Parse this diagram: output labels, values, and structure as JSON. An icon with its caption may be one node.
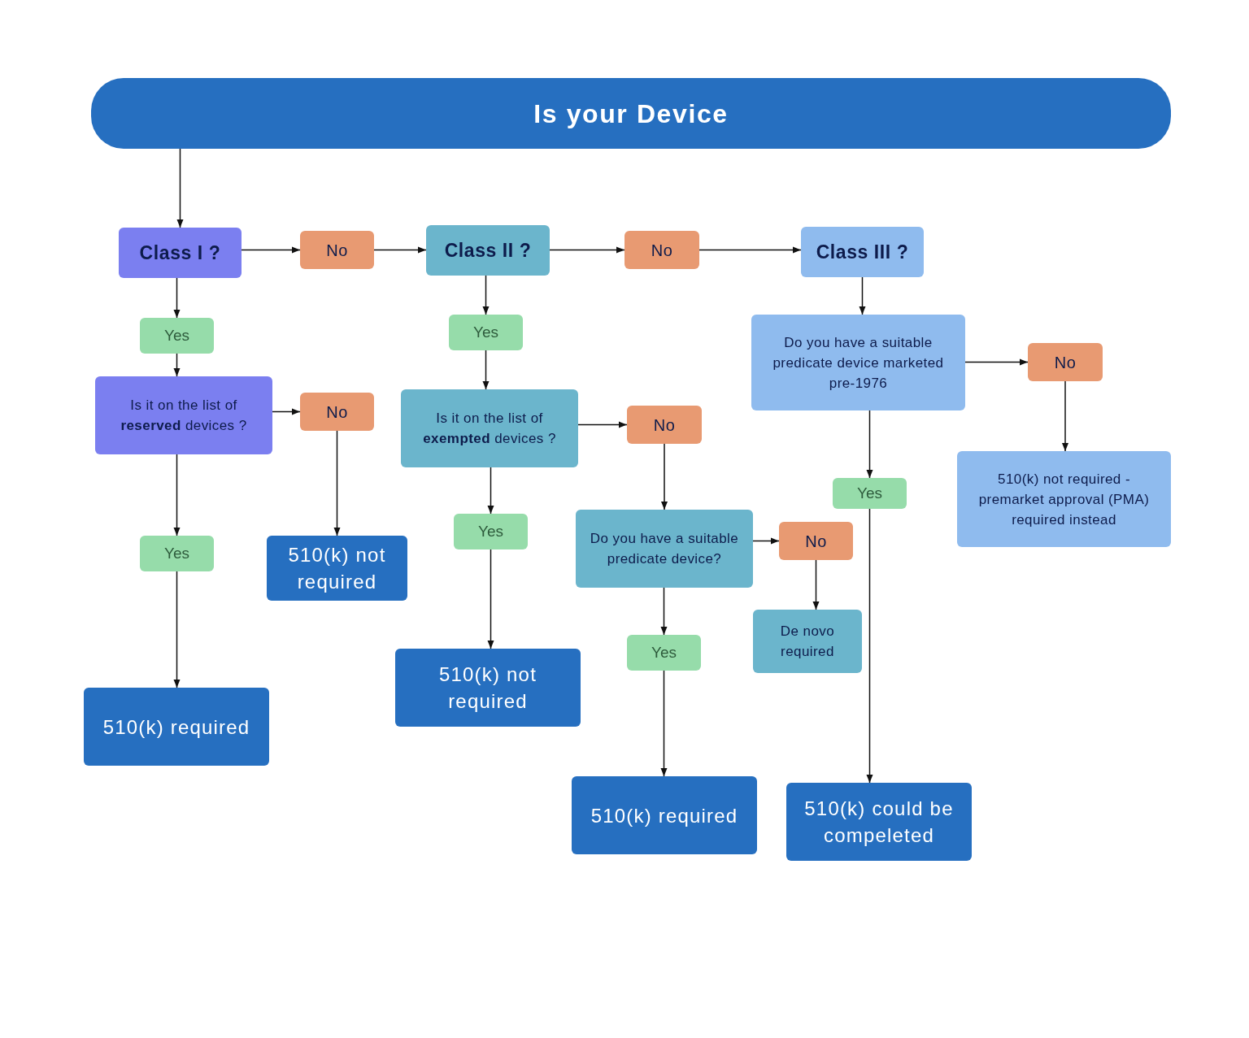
{
  "diagram": {
    "nodes": [
      {
        "text": [
          "Is your Device"
        ]
      },
      {
        "text": [
          "Class I ?"
        ]
      },
      {
        "text": [
          "No"
        ]
      },
      {
        "text": [
          "Class II ?"
        ]
      },
      {
        "text": [
          "No"
        ]
      },
      {
        "text": [
          "Class III ?"
        ]
      },
      {
        "text": [
          "Yes"
        ]
      },
      {
        "text": [
          "Yes"
        ]
      },
      {
        "text": [
          "Do you have a suitable predicate device marketed pre-1976"
        ]
      },
      {
        "text": [
          "No"
        ]
      },
      {
        "text": [
          "Is it on the list of **reserved** devices ?"
        ]
      },
      {
        "text": [
          "No"
        ]
      },
      {
        "text": [
          "Is it on the list of **exempted** devices ?"
        ]
      },
      {
        "text": [
          "No"
        ]
      },
      {
        "text": [
          "Yes"
        ]
      },
      {
        "text": [
          "510(k) not required -premarket approval (PMA) required instead"
        ]
      },
      {
        "text": [
          "Do you have a suitable predicate device?"
        ]
      },
      {
        "text": [
          "No"
        ]
      },
      {
        "text": [
          "Yes"
        ]
      },
      {
        "text": [
          "510(k) not required"
        ]
      },
      {
        "text": [
          "Yes"
        ]
      },
      {
        "text": [
          "De novo required"
        ]
      },
      {
        "text": [
          "Yes"
        ]
      },
      {
        "text": [
          "510(k) not required"
        ]
      },
      {
        "text": [
          "510(k) required"
        ]
      },
      {
        "text": [
          "510(k) required"
        ]
      },
      {
        "text": [
          "510(k) could be compeleted"
        ]
      }
    ],
    "edges": [
      {
        "from": 0,
        "to": 1,
        "arrow": "to"
      },
      {
        "from": 1,
        "to": 2,
        "arrow": "to"
      },
      {
        "from": 2,
        "to": 3,
        "arrow": "to"
      },
      {
        "from": 3,
        "to": 4,
        "arrow": "to"
      },
      {
        "from": 4,
        "to": 5,
        "arrow": "to"
      },
      {
        "from": 1,
        "to": 6,
        "arrow": "to"
      },
      {
        "from": 6,
        "to": 10,
        "arrow": "to"
      },
      {
        "from": 10,
        "to": 11,
        "arrow": "to"
      },
      {
        "from": 10,
        "to": 18,
        "arrow": "to"
      },
      {
        "from": 18,
        "to": 24,
        "arrow": "to"
      },
      {
        "from": 11,
        "to": 19,
        "arrow": "to"
      },
      {
        "from": 3,
        "to": 7,
        "arrow": "to"
      },
      {
        "from": 7,
        "to": 12,
        "arrow": "to"
      },
      {
        "from": 12,
        "to": 13,
        "arrow": "to"
      },
      {
        "from": 12,
        "to": 20,
        "arrow": "to"
      },
      {
        "from": 20,
        "to": 23,
        "arrow": "to"
      },
      {
        "from": 13,
        "to": 16,
        "arrow": "to"
      },
      {
        "from": 5,
        "to": 8,
        "arrow": "to"
      },
      {
        "from": 8,
        "to": 9,
        "arrow": "to"
      },
      {
        "from": 8,
        "to": 14,
        "arrow": "to"
      },
      {
        "from": 9,
        "to": 15,
        "arrow": "to"
      },
      {
        "from": 14,
        "to": 26,
        "arrow": "to"
      },
      {
        "from": 16,
        "to": 17,
        "arrow": "to"
      },
      {
        "from": 16,
        "to": 22,
        "arrow": "to"
      },
      {
        "from": 17,
        "to": 21,
        "arrow": "to"
      },
      {
        "from": 22,
        "to": 25,
        "arrow": "to"
      }
    ]
  }
}
